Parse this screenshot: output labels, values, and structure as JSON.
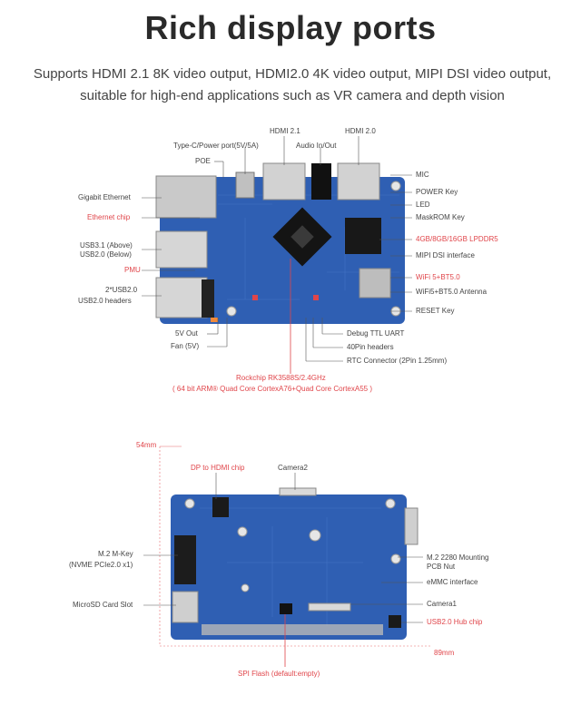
{
  "header": {
    "title": "Rich display ports",
    "subtitle": "Supports HDMI 2.1 8K video output, HDMI2.0 4K video output, MIPI DSI video output, suitable for high-end applications such as VR camera and depth vision"
  },
  "top_board": {
    "labels_top": {
      "hdmi21": "HDMI 2.1",
      "hdmi20": "HDMI 2.0",
      "typec": "Type-C/Power port(5V/5A)",
      "audio": "Audio In/Out",
      "poe": "POE"
    },
    "labels_left": {
      "gigabit": "Gigabit Ethernet",
      "eth_chip": "Ethernet chip",
      "usb31": "USB3.1 (Above)",
      "usb20": "USB2.0 (Below)",
      "pmu": "PMU",
      "usb2x": "2*USB2.0",
      "usb_headers": "USB2.0 headers"
    },
    "labels_right": {
      "mic": "MIC",
      "power_key": "POWER Key",
      "led": "LED",
      "maskrom": "MaskROM Key",
      "lpddr": "4GB/8GB/16GB LPDDR5",
      "mipi_dsi": "MIPI DSI interface",
      "wifi": "WiFi 5+BT5.0",
      "wifi_antenna": "WiFi5+BT5.0 Antenna",
      "reset": "RESET Key"
    },
    "labels_bottom": {
      "out5v": "5V Out",
      "fan": "Fan (5V)",
      "debug": "Debug TTL UART",
      "pin40": "40Pin headers",
      "rtc": "RTC Connector (2Pin 1.25mm)",
      "soc": "Rockchip RK3588S/2.4GHz",
      "soc_detail": "( 64 bit ARM® Quad Core CortexA76+Quad Core CortexA55 )"
    }
  },
  "bottom_board": {
    "dim_h": "54mm",
    "dim_w": "89mm",
    "dp_hdmi": "DP to HDMI chip",
    "camera2": "Camera2",
    "m2_key": "M.2 M-Key",
    "m2_key_detail": "(NVME PCIe2.0 x1)",
    "microsd": "MicroSD Card Slot",
    "m2_nut": "M.2 2280 Mounting",
    "m2_nut2": "PCB Nut",
    "emmc": "eMMC interface",
    "camera1": "Camera1",
    "usb_hub": "USB2.0 Hub chip",
    "spi": "SPI Flash (default:empty)"
  },
  "colors": {
    "pcb": "#2f5fb3",
    "accent_red": "#e0454a",
    "chip": "#1a1a1a"
  }
}
